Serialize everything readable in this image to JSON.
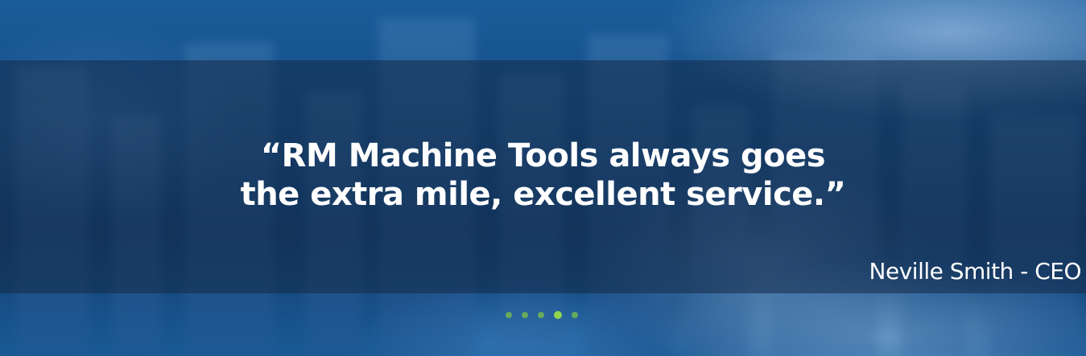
{
  "testimonial": {
    "quote_line_1": "“RM Machine Tools always goes",
    "quote_line_2": "the extra mile, excellent service.”",
    "author": "Neville Smith - CEO"
  },
  "slider": {
    "dot_count": 5,
    "active_index": 3
  },
  "colors": {
    "overlay": "#122a48",
    "text": "#ffffff",
    "dot": "#7bc24b"
  }
}
